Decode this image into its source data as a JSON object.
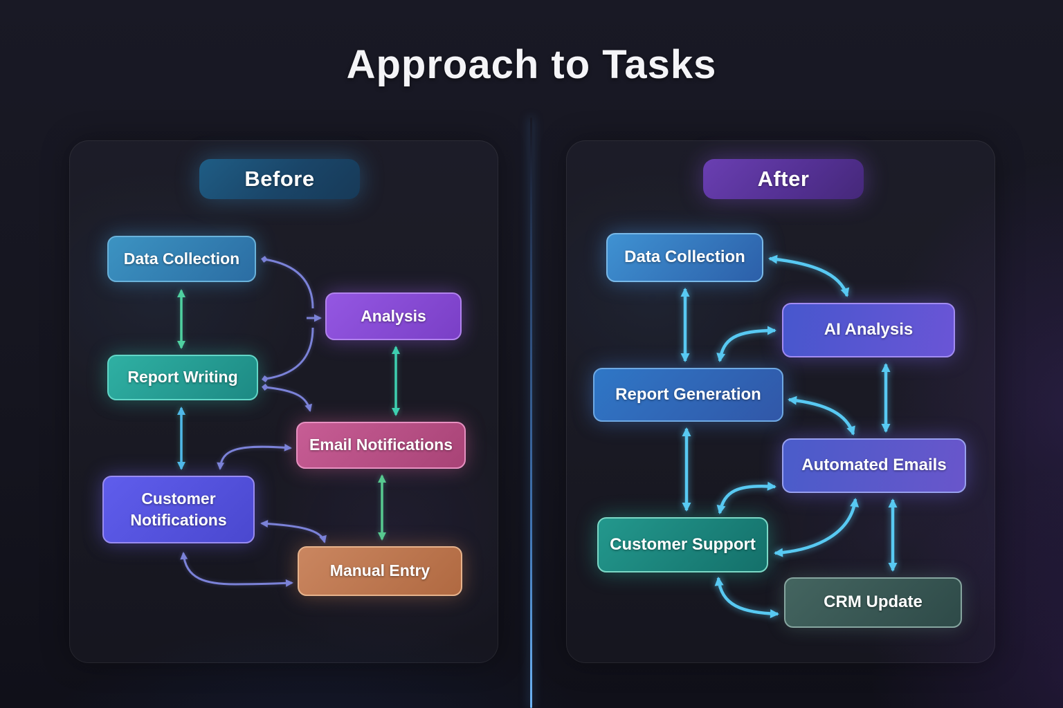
{
  "title": "Approach to Tasks",
  "panels": {
    "before": {
      "header": "Before",
      "nodes": [
        {
          "id": "data-collection",
          "label": "Data Collection",
          "color": "#2f7fb5"
        },
        {
          "id": "analysis",
          "label": "Analysis",
          "color": "#8749d4"
        },
        {
          "id": "report-writing",
          "label": "Report Writing",
          "color": "#259c92"
        },
        {
          "id": "email-notifications",
          "label": "Email Notifications",
          "color": "#b84f85"
        },
        {
          "id": "customer-notifications",
          "label": "Customer Notifications",
          "color": "#5452dd"
        },
        {
          "id": "manual-entry",
          "label": "Manual Entry",
          "color": "#bd7750"
        }
      ]
    },
    "after": {
      "header": "After",
      "nodes": [
        {
          "id": "data-collection",
          "label": "Data Collection",
          "color": "#3578be"
        },
        {
          "id": "ai-analysis",
          "label": "AI Analysis",
          "color": "#5856d1"
        },
        {
          "id": "report-generation",
          "label": "Report Generation",
          "color": "#3067b7"
        },
        {
          "id": "automated-emails",
          "label": "Automated Emails",
          "color": "#5959ca"
        },
        {
          "id": "customer-support",
          "label": "Customer Support",
          "color": "#1b847b"
        },
        {
          "id": "crm-update",
          "label": "CRM Update",
          "color": "#395854"
        }
      ]
    }
  },
  "accents": {
    "background": "#15151f",
    "divider_glow": "#6db4f5",
    "arrow_cyan": "#58c9f2",
    "arrow_purple": "#7b82d8",
    "arrow_teal": "#3ecfb0",
    "arrow_green": "#57c98f",
    "arrow_blue": "#4fb8e8"
  }
}
